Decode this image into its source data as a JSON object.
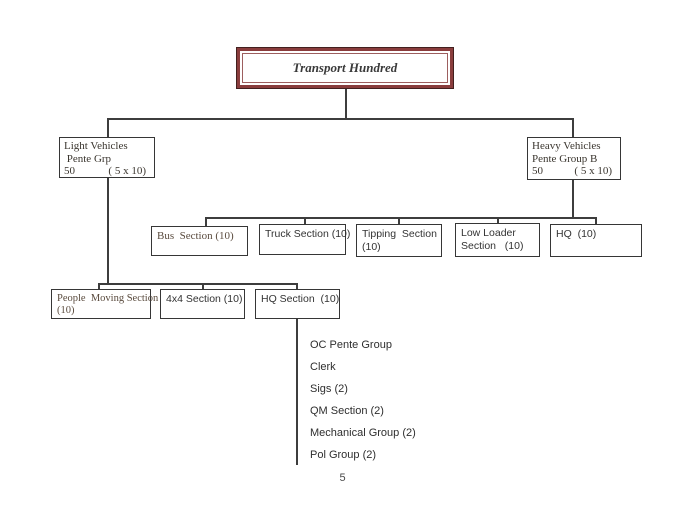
{
  "page": {
    "background": "#ffffff",
    "page_number": "5"
  },
  "colors": {
    "connector_line": "#3d3d3d",
    "box_border": "#363636",
    "title_frame_outer": "#42201f",
    "title_frame_band": "#8a3d3d",
    "title_frame_inner_line": "#9d5f5f",
    "serif_text": "#5a4b3e",
    "sans_text": "#333333"
  },
  "org_chart": {
    "root": {
      "label": "Transport Hundred"
    },
    "light_group": {
      "line1": "Light Vehicles",
      "line2": " Pente Grp",
      "count": "50",
      "composition": "( 5 x 10)"
    },
    "heavy_group": {
      "line1": "Heavy Vehicles",
      "line2": "Pente Group B",
      "count": "50",
      "composition": "( 5 x 10)"
    },
    "heavy_sections": [
      {
        "line1": "Bus  Section (10)",
        "line2": ""
      },
      {
        "line1": "Truck Section (10)",
        "line2": ""
      },
      {
        "line1": "Tipping  Section",
        "line2": "(10)"
      },
      {
        "line1": "Low Loader",
        "line2": "Section   (10)"
      },
      {
        "line1": "HQ  (10)",
        "line2": ""
      }
    ],
    "light_sections": [
      {
        "line1": "People  Moving Section",
        "line2": "(10)"
      },
      {
        "line1": "4x4 Section (10)",
        "line2": ""
      },
      {
        "line1": "HQ Section  (10)",
        "line2": ""
      }
    ],
    "hq_section_detail": [
      "OC Pente Group",
      "Clerk",
      "Sigs (2)",
      "QM Section (2)",
      "Mechanical Group (2)",
      "Pol Group (2)"
    ]
  }
}
